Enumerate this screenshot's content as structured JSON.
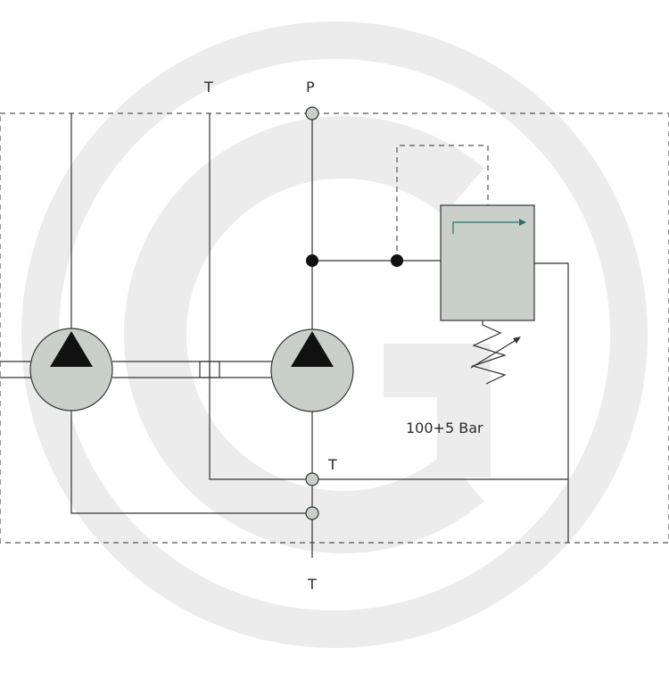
{
  "labels": {
    "port_t_top": "T",
    "port_p_top": "P",
    "port_t_mid": "T",
    "port_t_bottom": "T",
    "pressure_setting": "100+5 Bar"
  },
  "colors": {
    "component_fill": "#c9d0ca",
    "stroke": "#333333",
    "junction": "#111111",
    "arrow": "#2f6f6a",
    "watermark": "#ececec"
  },
  "icons": {
    "pump": "pump-icon",
    "relief_valve": "pressure-relief-valve-icon",
    "spring": "adjustable-spring-icon"
  }
}
